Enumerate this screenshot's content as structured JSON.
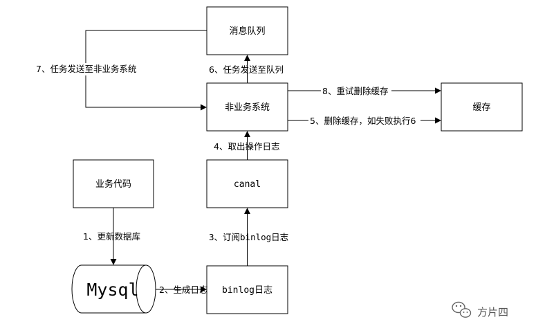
{
  "nodes": {
    "queue": "消息队列",
    "non_business": "非业务系统",
    "cache": "缓存",
    "business_code": "业务代码",
    "canal": "canal",
    "mysql": "Mysql",
    "binlog": "binlog日志"
  },
  "edges": {
    "step1": "1、更新数据库",
    "step2": "2、生成日志",
    "step3": "3、订阅binlog日志",
    "step4": "4、取出操作日志",
    "step5": "5、删除缓存，如失败执行6",
    "step6": "6、任务发送至队列",
    "step7": "7、任务发送至非业务系统",
    "step8": "8、重试删除缓存"
  },
  "watermark": {
    "text": "方片四",
    "icon": "wechat-icon"
  },
  "colors": {
    "line": "#000000",
    "background": "#ffffff",
    "watermark": "#555555"
  }
}
